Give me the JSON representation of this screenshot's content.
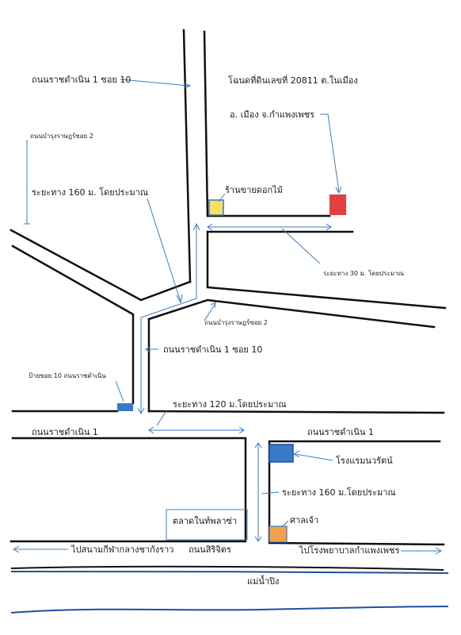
{
  "labels": {
    "soi10_top": "ถนนราชดำเนิน 1 ซอย 10",
    "deed_line1": "โฉนดที่ดินเลขที่ 20811 ต.ในเมือง",
    "deed_line2": "อ. เมือง จ.กำแพงเพชร",
    "bamrung_soi2_left": "ถนนบำรุงราษฎร์ซอย 2",
    "dist_160_top": "ระยะทาง 160 ม. โดยประมาณ",
    "flower_shop": "ร้านขายดอกไม้",
    "dist_30": "ระยะทาง 30 ม. โดยประมาณ",
    "bamrung_soi2_mid": "ถนนบำรุงราษฎร์ซอย 2",
    "soi10_mid": "ถนนราชดำเนิน 1 ซอย 10",
    "sign_soi10": "ป้ายซอย 10 ถนนราชดำเนิน",
    "dist_120": "ระยะทาง 120 ม.โดยประมาณ",
    "ratchadamnoen_left": "ถนนราชดำเนิน 1",
    "ratchadamnoen_right": "ถนนราชดำเนิน 1",
    "hotel": "โรงแรมนวรัตน์",
    "dist_160_right": "ระยะทาง 160 ม.โดยประมาณ",
    "market": "ตลาดในท์พลาซ่า",
    "shrine": "ศาลเจ้า",
    "to_stadium": "ไปสนามกีฬากลางชากังราว",
    "sirijit_road": "ถนนสิริจิตร",
    "to_hospital": "ไปโรงพยาบาลกำแพงเพชร",
    "river": "แม่น้ำปิง"
  },
  "colors": {
    "land_plot": "#e04040",
    "flower_shop": "#f5e25a",
    "sign": "#3a78c8",
    "hotel": "#3a78c8",
    "shrine": "#f0a24a",
    "guide": "#3a7dc9",
    "road": "#111111",
    "river": "#1f4fa0"
  }
}
